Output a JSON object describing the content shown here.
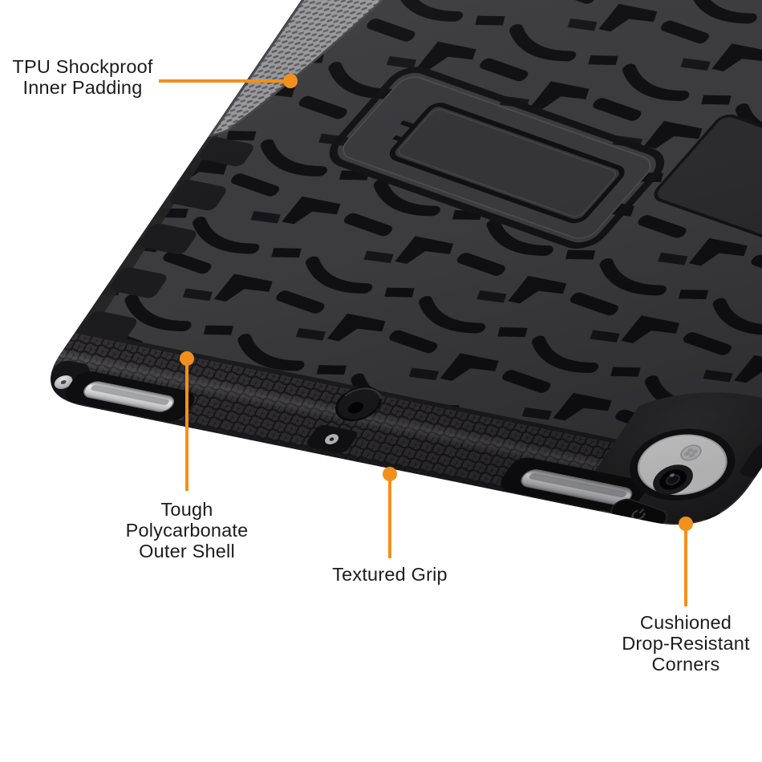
{
  "figure": {
    "kind": "annotated-product-image",
    "background": "#FFFFFF"
  },
  "annotations": [
    {
      "id": "inner-padding",
      "lines": [
        "TPU Shockproof",
        "Inner Padding"
      ]
    },
    {
      "id": "outer-shell",
      "lines": [
        "Tough",
        "Polycarbonate",
        "Outer Shell"
      ]
    },
    {
      "id": "textured-grip",
      "lines": [
        "Textured Grip"
      ]
    },
    {
      "id": "corners",
      "lines": [
        "Cushioned",
        "Drop-Resistant",
        "Corners"
      ]
    }
  ],
  "icons": {
    "power_button_glyph": "power-icon"
  },
  "colors": {
    "accent": "#F2901D",
    "label_text": "#1C1C1C",
    "case_base": "#3C3C3E",
    "tread_dark": "#101013",
    "grip_band": "#343234",
    "inner_padding_gray": "#9B9B9D",
    "camera_plate_white": "#F4F4F4",
    "metal_silver": "#D9D9DC"
  }
}
